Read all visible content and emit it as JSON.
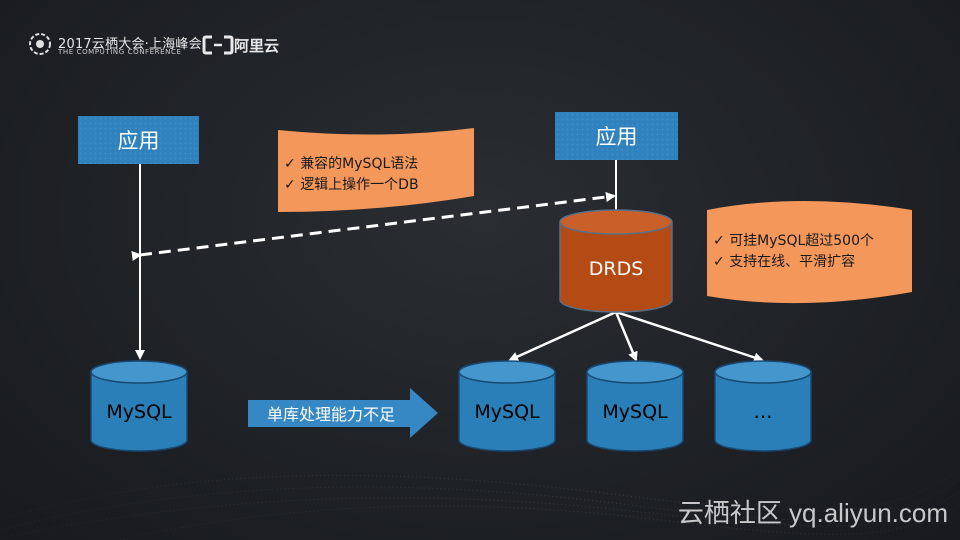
{
  "header": {
    "conference_title": "2017云栖大会·上海峰会",
    "conference_subtitle": "THE COMPUTING CONFERENCE",
    "brand": "阿里云",
    "brand_logo_icon": "aliyun-logo-icon",
    "conference_logo_icon": "computing-conference-logo-icon"
  },
  "left": {
    "app_label": "应用",
    "db_label": "MySQL"
  },
  "right": {
    "app_label": "应用",
    "middleware_label": "DRDS",
    "shards": [
      "MySQL",
      "MySQL",
      "…"
    ]
  },
  "notes": {
    "compat": [
      "兼容的MySQL语法",
      "逻辑上操作一个DB"
    ],
    "capability": [
      "可挂MySQL超过500个",
      "支持在线、平滑扩容"
    ]
  },
  "arrow_label": "单库处理能力不足",
  "footer": "云栖社区 yq.aliyun.com",
  "colors": {
    "app_box": "#2f82bd",
    "db_fill": "#2b7fb9",
    "drds_fill": "#b44a14",
    "note_fill": "#f4975a",
    "arrow_fill": "#3688c4"
  }
}
